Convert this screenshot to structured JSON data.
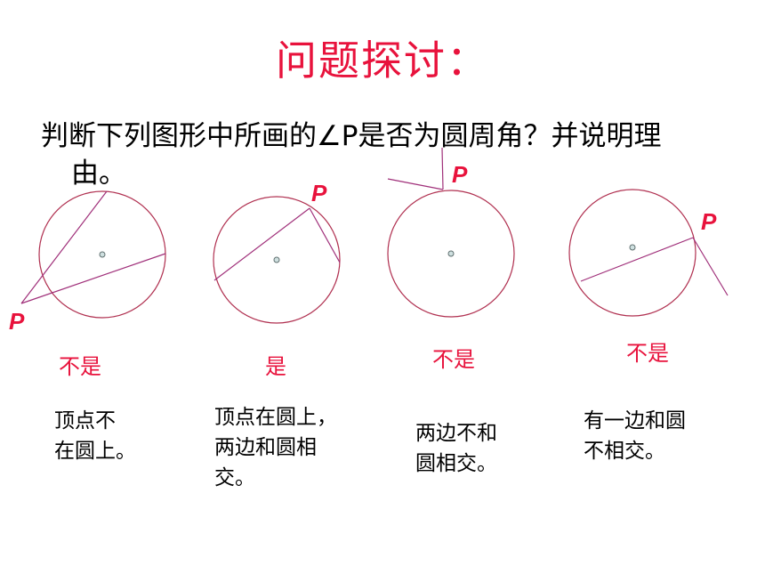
{
  "title": "问题探讨：",
  "question": {
    "line1": "判断下列图形中所画的∠P是否为圆周角？并说明理",
    "line2": "由。"
  },
  "figures": [
    {
      "point_label": "P",
      "answer": "不是",
      "reason_lines": [
        "顶点不",
        "在圆上。"
      ]
    },
    {
      "point_label": "P",
      "answer": "是",
      "reason_lines": [
        "顶点在圆上，",
        "两边和圆相",
        "交。"
      ]
    },
    {
      "point_label": "P",
      "answer": "不是",
      "reason_lines": [
        "两边不和",
        "圆相交。"
      ]
    },
    {
      "point_label": "P",
      "answer": "不是",
      "reason_lines": [
        "有一边和圆",
        "不相交。"
      ]
    }
  ],
  "colors": {
    "title": "#e8123c",
    "circle": "#b03050",
    "lines": "#a0307a",
    "answer": "#e8123c"
  }
}
